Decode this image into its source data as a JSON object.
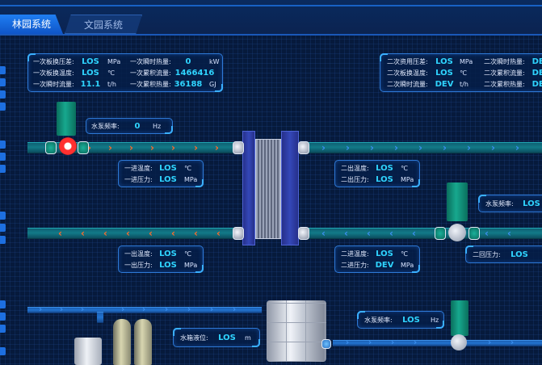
{
  "tabs": [
    {
      "label": "林园系统",
      "active": true
    },
    {
      "label": "文园系统",
      "active": false
    }
  ],
  "colors": {
    "value": "#2fd4ff",
    "hot_arrow": "#ff6a2a",
    "cold_arrow": "#3b8ff0",
    "accent": "#1d6fe0"
  },
  "primary_info": {
    "left": [
      {
        "label": "一次板换压差:",
        "value": "LOS",
        "unit": "MPa"
      },
      {
        "label": "一次板换温度:",
        "value": "LOS",
        "unit": "℃"
      },
      {
        "label": "一次瞬时流量:",
        "value": "11.1",
        "unit": "t/h"
      }
    ],
    "right": [
      {
        "label": "一次瞬时热量:",
        "value": "0",
        "unit": "kW"
      },
      {
        "label": "一次累积流量:",
        "value": "1466416",
        "unit": ""
      },
      {
        "label": "一次累积热量:",
        "value": "36188",
        "unit": "GJ"
      }
    ]
  },
  "secondary_info": {
    "left": [
      {
        "label": "二次资用压差:",
        "value": "LOS",
        "unit": "MPa"
      },
      {
        "label": "二次板换温度:",
        "value": "LOS",
        "unit": "℃"
      },
      {
        "label": "二次瞬时流量:",
        "value": "DEV",
        "unit": "t/h"
      }
    ],
    "right": [
      {
        "label": "二次瞬时热量:",
        "value": "DEV"
      },
      {
        "label": "二次累积流量:",
        "value": "DEV"
      },
      {
        "label": "二次累积热量:",
        "value": "DEV"
      }
    ]
  },
  "pump1": {
    "label": "水泵频率:",
    "value": "0",
    "unit": "Hz"
  },
  "pump2": {
    "label": "水泵频率:",
    "value": "LOS"
  },
  "pump3": {
    "label": "水泵频率:",
    "value": "LOS",
    "unit": "Hz"
  },
  "supply_primary": {
    "rows": [
      {
        "label": "一进温度:",
        "value": "LOS",
        "unit": "℃"
      },
      {
        "label": "一进压力:",
        "value": "LOS",
        "unit": "MPa"
      }
    ]
  },
  "supply_secondary": {
    "rows": [
      {
        "label": "二出温度:",
        "value": "LOS",
        "unit": "℃"
      },
      {
        "label": "二出压力:",
        "value": "LOS",
        "unit": "MPa"
      }
    ]
  },
  "return_primary": {
    "rows": [
      {
        "label": "一出温度:",
        "value": "LOS",
        "unit": "℃"
      },
      {
        "label": "一出压力:",
        "value": "LOS",
        "unit": "MPa"
      }
    ]
  },
  "return_secondary": {
    "rows": [
      {
        "label": "二进温度:",
        "value": "LOS",
        "unit": "℃"
      },
      {
        "label": "二进压力:",
        "value": "DEV",
        "unit": "MPa"
      }
    ]
  },
  "return_pressure": {
    "label": "二回压力:",
    "value": "LOS"
  },
  "tank_level": {
    "label": "水箱液位:",
    "value": "LOS",
    "unit": "m"
  }
}
